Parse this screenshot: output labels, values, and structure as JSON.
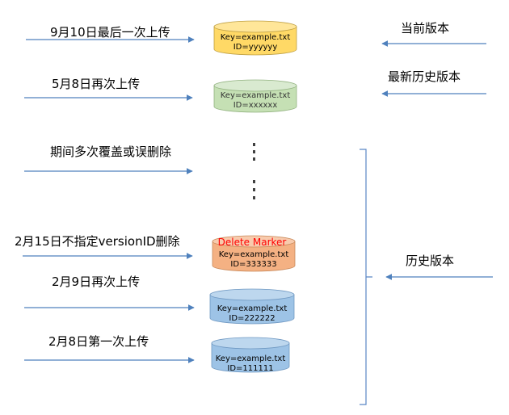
{
  "colors": {
    "arrow": "#4f81bd",
    "text": "#000000",
    "delete_marker": "#ff0000",
    "dots": "#404040",
    "brace": "#5b87c5"
  },
  "events": [
    {
      "id": "e1",
      "label": "9月10日最后一次上传"
    },
    {
      "id": "e2",
      "label": "5月8日再次上传"
    },
    {
      "id": "e3",
      "label": "期间多次覆盖或误删除"
    },
    {
      "id": "e4",
      "label": "2月15日不指定versionID删除"
    },
    {
      "id": "e5",
      "label": "2月9日再次上传"
    },
    {
      "id": "e6",
      "label": "2月8日第一次上传"
    }
  ],
  "objects": [
    {
      "id": "o1",
      "key_line": "Key=example.txt",
      "id_line": "ID=yyyyyy",
      "color": "#ffd966"
    },
    {
      "id": "o2",
      "key_line": "Key=example.txt",
      "id_line": "ID=xxxxxx",
      "color": "#c5e0b4"
    },
    {
      "id": "o4",
      "marker": "Delete Marker",
      "key_line": "Key=example.txt",
      "id_line": "ID=333333",
      "color": "#f4b183"
    },
    {
      "id": "o5",
      "key_line": "Key=example.txt",
      "id_line": "ID=222222",
      "color": "#9dc3e6"
    },
    {
      "id": "o6",
      "key_line": "Key=example.txt",
      "id_line": "ID=111111",
      "color": "#9dc3e6"
    }
  ],
  "labels": {
    "current": "当前版本",
    "latest_history": "最新历史版本",
    "history": "历史版本"
  }
}
